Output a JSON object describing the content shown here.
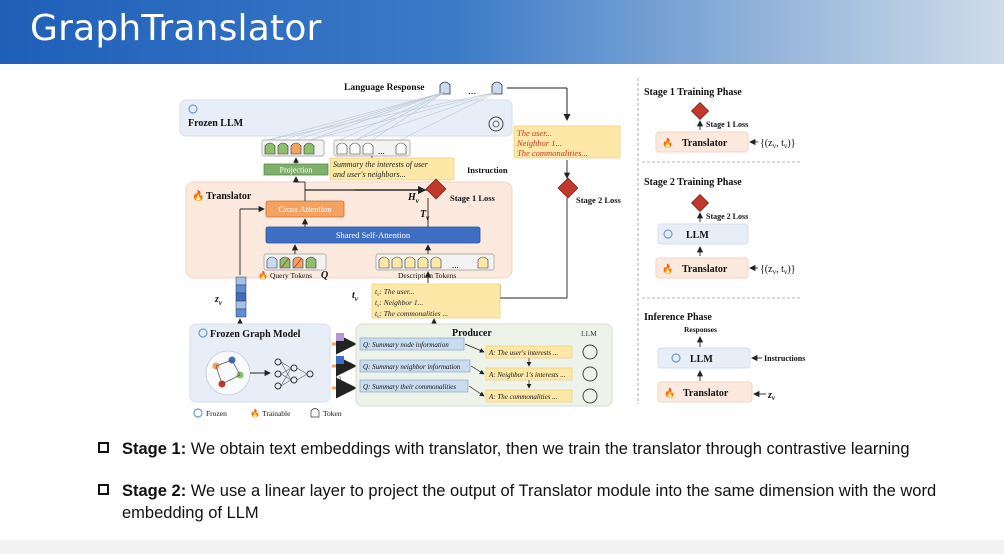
{
  "header": {
    "title": "GraphTranslator"
  },
  "diagram": {
    "language_response": "Language Response",
    "frozen_llm": "Frozen LLM",
    "projection": "Projection",
    "instruction_text": "Summary the interests of user and user's neighbors...",
    "instruction_label": "Instruction",
    "translator": "Translator",
    "cross_attention": "Cross Attention",
    "shared_self_attention": "Shared Self-Attention",
    "query_tokens": "Query Tokens",
    "query_symbol": "Q",
    "description_tokens": "Description Tokens",
    "h_v": "H",
    "t_v_upper": "T",
    "stage1_loss": "Stage 1 Loss",
    "stage2_loss": "Stage 2 Loss",
    "z_v": "z",
    "t_v": "t",
    "response_lines": [
      "The user...",
      "Neighbor 1...",
      "The commonalities..."
    ],
    "tv_lines": [
      "The user...",
      ": Neighbor 1...",
      ": The commonalities ..."
    ],
    "frozen_graph_model": "Frozen Graph Model",
    "producer": "Producer",
    "llm_small": "LLM",
    "questions": [
      "Q: Summary node information",
      "Q: Summary neighbor information",
      "Q: Summary their commonalities"
    ],
    "answers": [
      "A: The user's interests ...",
      "A: Neighbor 1's interests ...",
      "A: The commonalities ..."
    ],
    "legend": [
      "Frozen",
      "Trainable",
      "Token"
    ]
  },
  "side": {
    "stage1_title": "Stage 1 Training Phase",
    "stage1_loss": "Stage 1 Loss",
    "translator": "Translator",
    "pair": "{(z",
    "stage2_title": "Stage 2 Training Phase",
    "stage2_loss": "Stage 2 Loss",
    "llm": "LLM",
    "inference_title": "Inference Phase",
    "responses": "Responses",
    "instructions": "Instructions"
  },
  "bullets": [
    {
      "label": "Stage 1:",
      "text": " We obtain text embeddings with translator, then we train the translator through contrastive learning"
    },
    {
      "label": "Stage 2:",
      "text": " We use a linear layer to project the output of Translator module into the same dimension with the word embedding of LLM"
    }
  ],
  "colors": {
    "header_start": "#1f5fb8",
    "translator_bg": "#fbe9de",
    "llm_bg": "#e8eef7",
    "orange": "#f4a261",
    "blue": "#3f6fc4",
    "diamond": "#c0392b",
    "yellow_note": "#fde8a8"
  }
}
